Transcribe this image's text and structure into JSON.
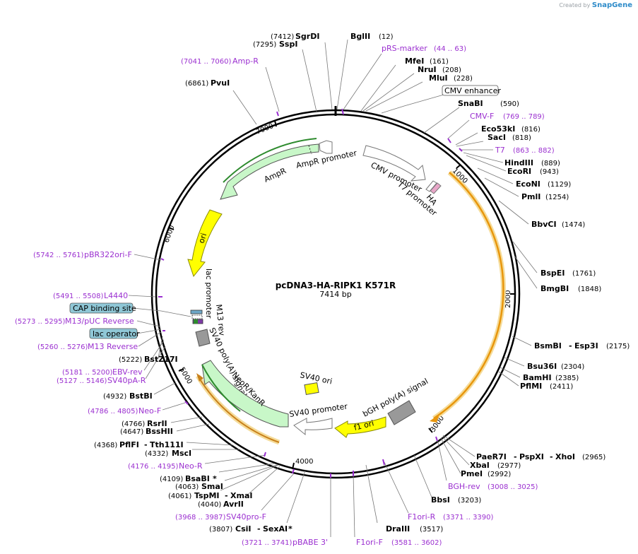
{
  "brand": {
    "prefix": "Created by",
    "name": "SnapGene"
  },
  "plasmid": {
    "name": "pcDNA3-HA-RIPK1 K571R",
    "length": "7414 bp"
  },
  "ticks": [
    "1000",
    "2000",
    "3000",
    "4000",
    "5000",
    "6000",
    "7000"
  ],
  "enzymes": [
    {
      "num": "(7412)",
      "name": "SgrDI"
    },
    {
      "num": "(7295)",
      "name": "SspI"
    },
    {
      "name": "BglII",
      "num": "(12)"
    },
    {
      "name": "MfeI",
      "num": "(161)"
    },
    {
      "name": "NruI",
      "num": "(208)"
    },
    {
      "name": "MluI",
      "num": "(228)"
    },
    {
      "name": "SnaBI",
      "num": "(590)"
    },
    {
      "name": "Eco53kI",
      "num": "(816)"
    },
    {
      "name": "SacI",
      "num": "(818)"
    },
    {
      "name": "HindIII",
      "num": "(889)"
    },
    {
      "name": "EcoRI",
      "num": "(943)"
    },
    {
      "name": "EcoNI",
      "num": "(1129)"
    },
    {
      "name": "PmlI",
      "num": "(1254)"
    },
    {
      "name": "BbvCI",
      "num": "(1474)"
    },
    {
      "name": "BspEI",
      "num": "(1761)"
    },
    {
      "name": "BmgBI",
      "num": "(1848)"
    },
    {
      "name": "BsmBI",
      "sep": "-",
      "name2": "Esp3I",
      "num": "(2175)"
    },
    {
      "name": "Bsu36I",
      "num": "(2304)"
    },
    {
      "name": "BamHI",
      "num": "(2385)"
    },
    {
      "name": "PflMI",
      "num": "(2411)"
    },
    {
      "name": "PaeR7I",
      "sep": "-",
      "name2": "PspXI",
      "sep2": "-",
      "name3": "XhoI",
      "num": "(2965)"
    },
    {
      "name": "XbaI",
      "num": "(2977)"
    },
    {
      "name": "PmeI",
      "num": "(2992)"
    },
    {
      "name": "BbsI",
      "num": "(3203)"
    },
    {
      "name": "DraIII",
      "num": "(3517)"
    },
    {
      "num": "(3807)",
      "name": "CsiI",
      "sep": "-",
      "name2": "SexAI",
      "star": "*"
    },
    {
      "num": "(4040)",
      "name": "AvrII"
    },
    {
      "num": "(4061)",
      "name": "TspMI",
      "sep": "-",
      "name2": "XmaI"
    },
    {
      "num": "(4063)",
      "name": "SmaI"
    },
    {
      "num": "(4109)",
      "name": "BsaBI",
      "star": "*"
    },
    {
      "num": "(4332)",
      "name": "MscI"
    },
    {
      "num": "(4368)",
      "name": "PflFI",
      "sep": "-",
      "name2": "Tth111I"
    },
    {
      "num": "(4647)",
      "name": "BssHII"
    },
    {
      "num": "(4766)",
      "name": "RsrII"
    },
    {
      "num": "(4932)",
      "name": "BstBI"
    },
    {
      "num": "(5222)",
      "name": "BstZ17I"
    },
    {
      "num": "(6861)",
      "name": "PvuI"
    }
  ],
  "primers": [
    {
      "name": "pRS-marker",
      "num": "(44 .. 63)"
    },
    {
      "name": "CMV-F",
      "num": "(769 .. 789)"
    },
    {
      "name": "T7",
      "num": "(863 .. 882)"
    },
    {
      "name": "BGH-rev",
      "num": "(3008 .. 3025)"
    },
    {
      "name": "F1ori-R",
      "num": "(3371 .. 3390)"
    },
    {
      "name": "F1ori-F",
      "num": "(3581 .. 3602)"
    },
    {
      "name": "pBABE 3'",
      "num": "(3721 .. 3741)"
    },
    {
      "name": "SV40pro-F",
      "num": "(3968 .. 3987)"
    },
    {
      "name": "Neo-R",
      "num": "(4176 .. 4195)"
    },
    {
      "name": "Neo-F",
      "num": "(4786 .. 4805)"
    },
    {
      "name": "SV40pA-R",
      "num": "(5127 .. 5146)"
    },
    {
      "name": "EBV-rev",
      "num": "(5181 .. 5200)"
    },
    {
      "name": "M13 Reverse",
      "num": "(5260 .. 5276)"
    },
    {
      "name": "M13/pUC Reverse",
      "num": "(5273 .. 5295)"
    },
    {
      "name": "L4440",
      "num": "(5491 .. 5508)"
    },
    {
      "name": "pBR322ori-F",
      "num": "(5742 .. 5761)"
    },
    {
      "name": "Amp-R",
      "num": "(7041 .. 7060)"
    }
  ],
  "boxed": [
    {
      "name": "CMV enhancer"
    },
    {
      "name": "CAP binding site"
    },
    {
      "name": "lac operator"
    }
  ],
  "features": [
    {
      "name": "CMV promoter"
    },
    {
      "name": "T7 promoter"
    },
    {
      "name": "HA"
    },
    {
      "name": "AmpR promoter"
    },
    {
      "name": "AmpR"
    },
    {
      "name": "ori"
    },
    {
      "name": "lac promoter"
    },
    {
      "name": "M13 rev"
    },
    {
      "name": "SV40 poly(A) signal"
    },
    {
      "name": "NeoR/KanR"
    },
    {
      "name": "SV40 ori"
    },
    {
      "name": "SV40 promoter"
    },
    {
      "name": "f1 ori"
    },
    {
      "name": "bGH poly(A) signal"
    }
  ],
  "colors": {
    "primer": "#9b30d0",
    "insert_arc": "#e8960c",
    "insert_glow": "#f5dc9a",
    "resistance": "#c8f7c8",
    "resistance_stroke": "#2e8b2e",
    "ori": "#ffff00",
    "polyA": "#999999",
    "boxed_fill": "#8fc7d6"
  }
}
